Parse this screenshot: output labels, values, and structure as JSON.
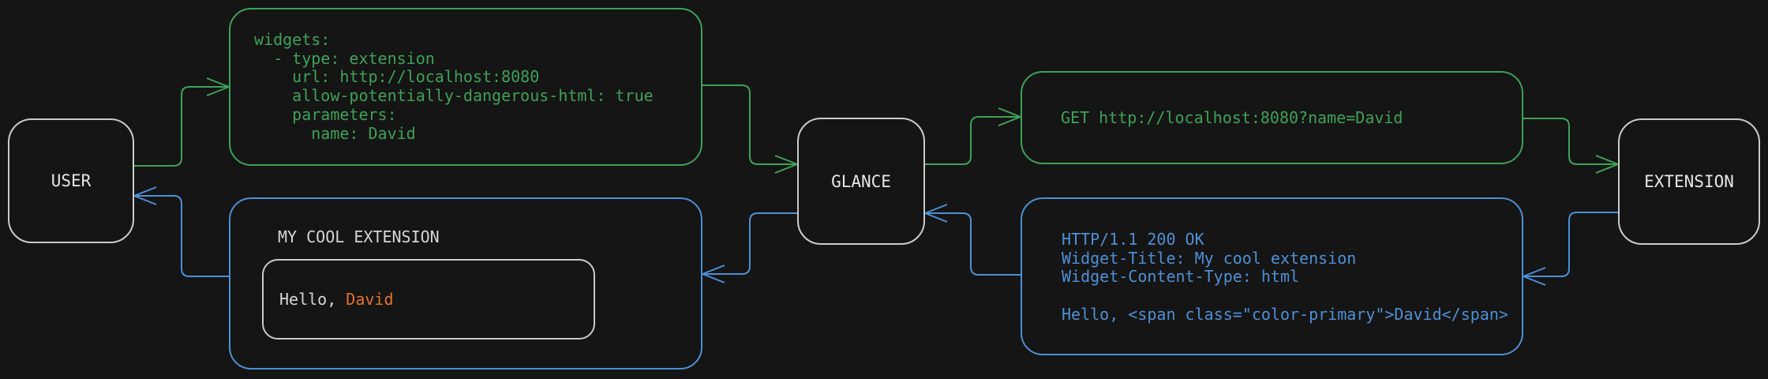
{
  "colors": {
    "background": "#151515",
    "green": "#3ea158",
    "blue": "#4d90d5",
    "orange": "#e4722c",
    "node_border": "#cbcbcb",
    "node_text": "#e6e6e6",
    "widget_text": "#d6d6d6"
  },
  "nodes": {
    "user": {
      "label": "USER"
    },
    "glance": {
      "label": "GLANCE"
    },
    "extension": {
      "label": "EXTENSION"
    }
  },
  "config_box": {
    "lines": [
      "widgets:",
      "  - type: extension",
      "    url: http://localhost:8080",
      "    allow-potentially-dangerous-html: true",
      "    parameters:",
      "      name: David"
    ]
  },
  "request_box": {
    "text": "GET http://localhost:8080?name=David"
  },
  "response_box": {
    "lines": [
      "HTTP/1.1 200 OK",
      "Widget-Title: My cool extension",
      "Widget-Content-Type: html",
      "",
      "Hello, <span class=\"color-primary\">David</span>"
    ]
  },
  "widget_box": {
    "title": "MY COOL EXTENSION",
    "greeting_prefix": "Hello, ",
    "greeting_name": "David"
  }
}
